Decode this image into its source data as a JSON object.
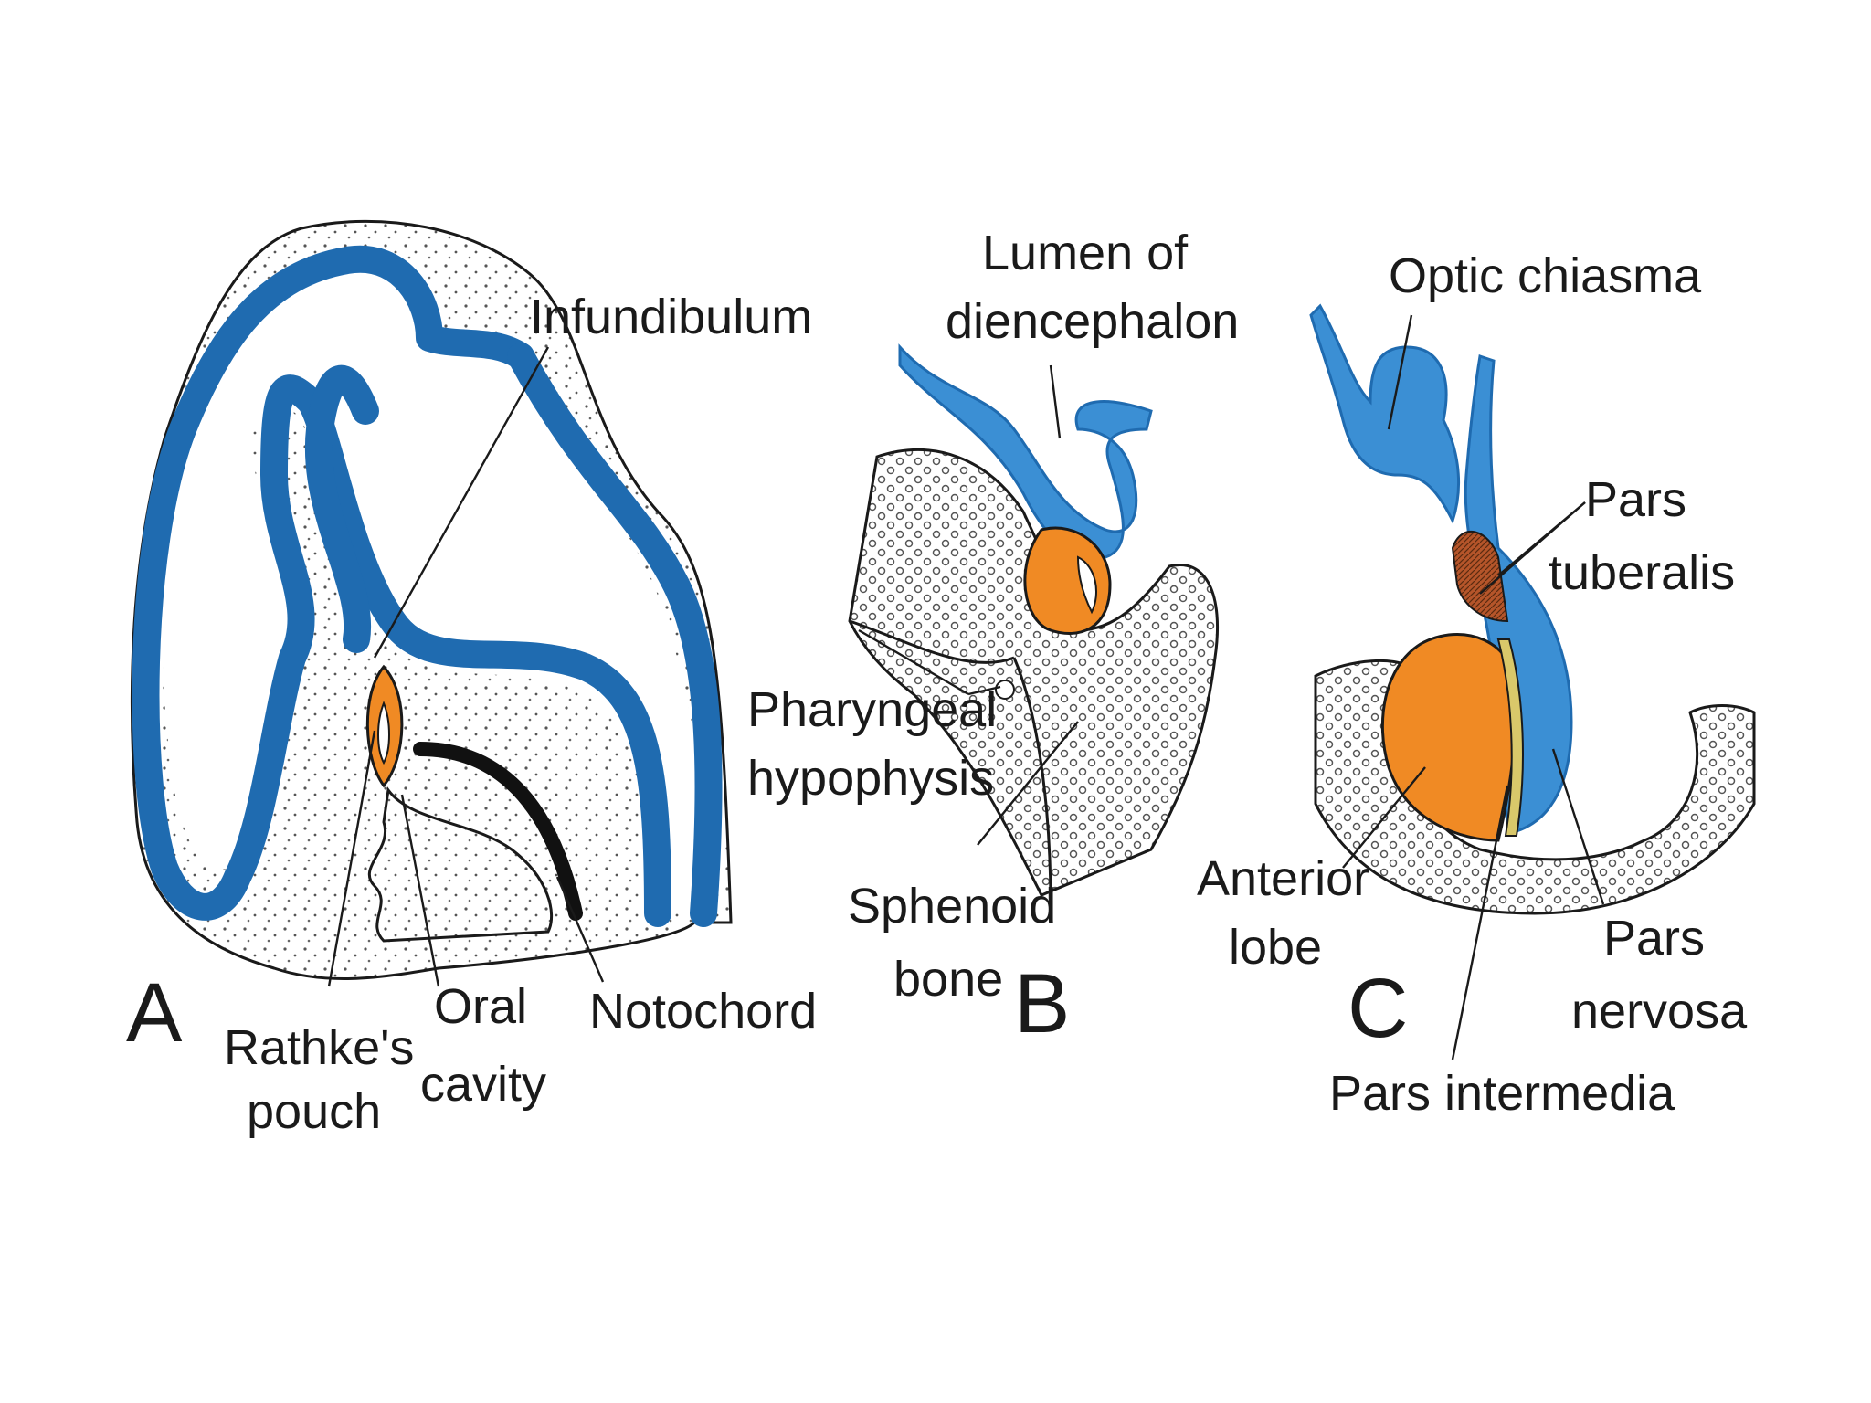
{
  "panels": {
    "A": {
      "letter": "A",
      "labels": {
        "infundibulum": "Infundibulum",
        "rathkes_pouch": [
          "Rathke's",
          "pouch"
        ],
        "oral_cavity": [
          "Oral",
          "cavity"
        ],
        "notochord": "Notochord"
      }
    },
    "B": {
      "letter": "B",
      "labels": {
        "lumen": [
          "Lumen of",
          "diencephalon"
        ],
        "pharyngeal": [
          "Pharyngeal",
          "hypophysis"
        ],
        "sphenoid": [
          "Sphenoid",
          "bone"
        ]
      }
    },
    "C": {
      "letter": "C",
      "labels": {
        "optic_chiasma": "Optic chiasma",
        "pars_tuberalis": [
          "Pars",
          "tuberalis"
        ],
        "anterior_lobe": [
          "Anterior",
          "lobe"
        ],
        "pars_nervosa": [
          "Pars",
          "nervosa"
        ],
        "pars_intermedia": "Pars intermedia"
      }
    }
  },
  "colors": {
    "neural_tube": "#3b8fd4",
    "rathke_derivative": "#f08a24",
    "notochord": "#111111",
    "pars_tuberalis": "#a0522d"
  }
}
